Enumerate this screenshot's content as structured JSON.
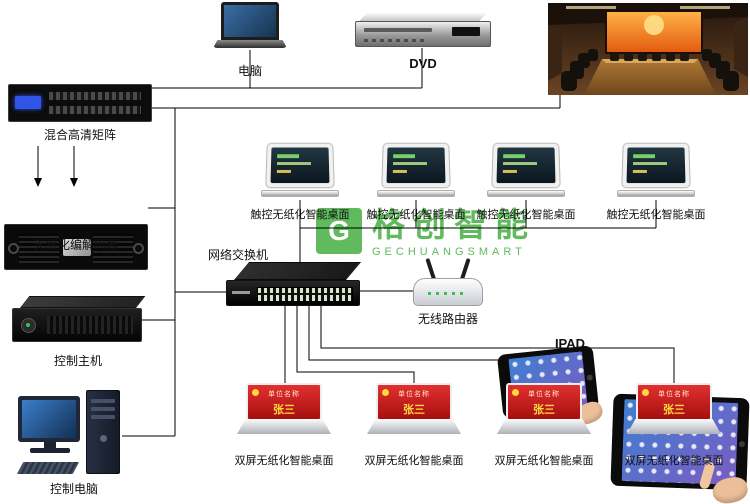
{
  "watermark": {
    "brand": "格创智能",
    "brand_en": "GECHUANGSMART",
    "logo_letter": "G",
    "color": "#3aaa35"
  },
  "devices": {
    "laptop": {
      "label": "电脑"
    },
    "dvd": {
      "label": "DVD"
    },
    "matrix": {
      "label": "混合高清矩阵"
    },
    "codec": {
      "label": "无纸化编解码器"
    },
    "control_host": {
      "label": "控制主机"
    },
    "control_pc": {
      "label": "控制电脑"
    },
    "switch": {
      "label": "网络交换机"
    },
    "router": {
      "label": "无线路由器"
    },
    "ipad": {
      "label": "IPAD",
      "count": 2
    },
    "touch_desktop": {
      "label": "触控无纸化智能桌面",
      "count": 4
    },
    "dual_desktop": {
      "label": "双屏无纸化智能桌面",
      "count": 4,
      "screen_title": "单位名称",
      "screen_name": "张三"
    }
  },
  "colors": {
    "line": "#000000",
    "brand_green": "#3aaa35",
    "nameplate_red": "#c31212",
    "nameplate_yellow": "#ffd83d"
  }
}
